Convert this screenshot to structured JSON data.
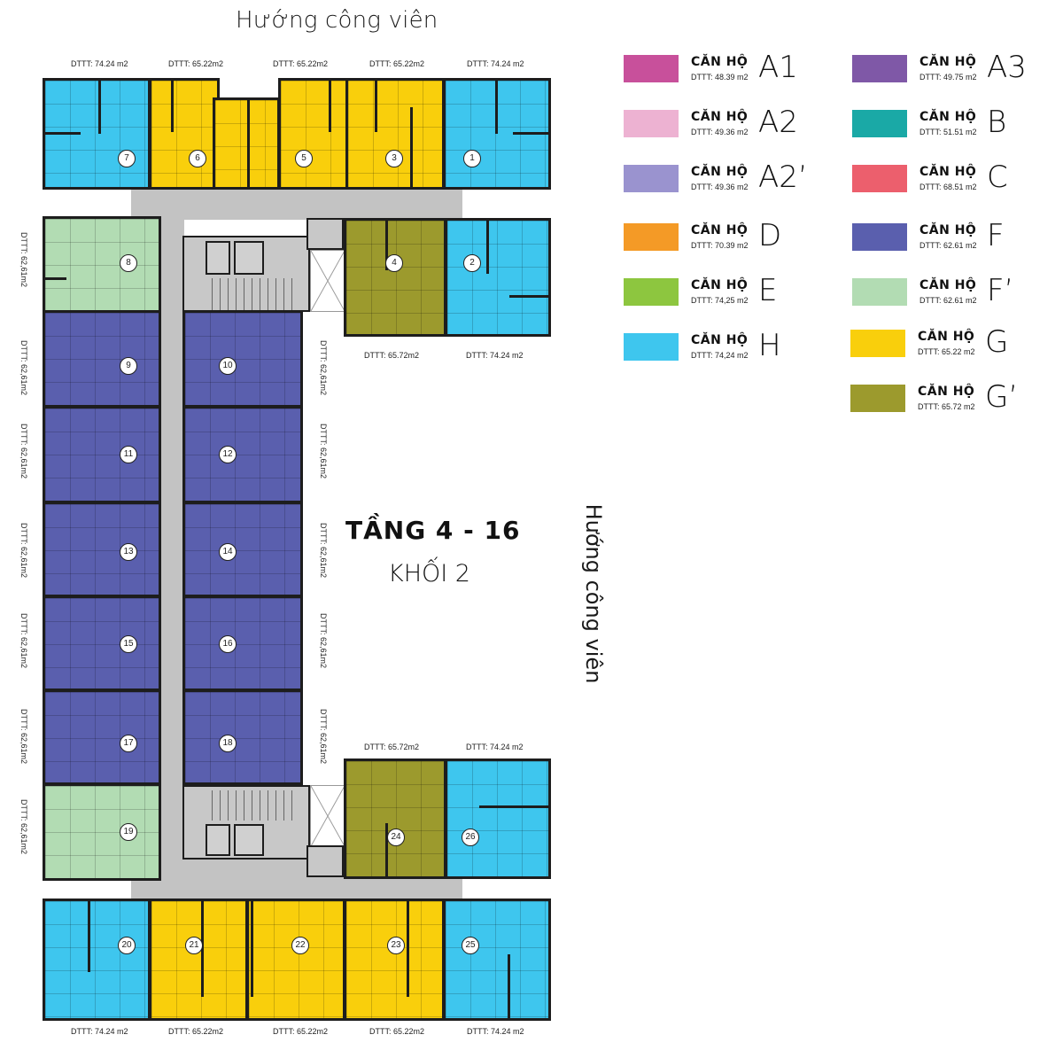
{
  "header": {
    "top_direction": "Hướng công viên",
    "side_direction": "Hướng công viên"
  },
  "plan": {
    "floor_title": "TẦNG 4 - 16",
    "block_title": "KHỐI 2"
  },
  "colors": {
    "H": "#3ec6ee",
    "G": "#f9cf0c",
    "G_prime": "#9c9a2d",
    "F": "#5a5fae",
    "F_prime": "#b2dcb3",
    "corridor": "#c3c3c3",
    "wall": "#1d1d1d"
  },
  "area_labels": {
    "top": [
      "DTTT: 74.24 m2",
      "DTTT: 65.22m2",
      "DTTT: 65.22m2",
      "DTTT: 65.22m2",
      "DTTT: 74.24 m2"
    ],
    "upper_right": [
      "DTTT: 65.72m2",
      "DTTT: 74.24 m2"
    ],
    "lower_right": [
      "DTTT: 65.72m2",
      "DTTT: 74.24 m2"
    ],
    "bottom": [
      "DTTT: 74.24 m2",
      "DTTT: 65.22m2",
      "DTTT: 65.22m2",
      "DTTT: 65.22m2",
      "DTTT: 74.24 m2"
    ],
    "left": [
      "DTTT: 62,61m2",
      "DTTT: 62,61m2",
      "DTTT: 62,61m2",
      "DTTT: 62,61m2",
      "DTTT: 62,61m2",
      "DTTT: 62,61m2",
      "DTTT: 62,61m2"
    ],
    "right": [
      "DTTT: 62,61m2",
      "DTTT: 62,61m2",
      "DTTT: 62,61m2",
      "DTTT: 62,61m2",
      "DTTT: 62,61m2"
    ]
  },
  "units": [
    {
      "no": "7",
      "type": "H"
    },
    {
      "no": "6",
      "type": "G"
    },
    {
      "no": "5",
      "type": "G"
    },
    {
      "no": "3",
      "type": "G"
    },
    {
      "no": "1",
      "type": "H"
    },
    {
      "no": "4",
      "type": "G'"
    },
    {
      "no": "2",
      "type": "H"
    },
    {
      "no": "8",
      "type": "F'"
    },
    {
      "no": "9",
      "type": "F"
    },
    {
      "no": "10",
      "type": "F"
    },
    {
      "no": "11",
      "type": "F"
    },
    {
      "no": "12",
      "type": "F"
    },
    {
      "no": "13",
      "type": "F"
    },
    {
      "no": "14",
      "type": "F"
    },
    {
      "no": "15",
      "type": "F"
    },
    {
      "no": "16",
      "type": "F"
    },
    {
      "no": "17",
      "type": "F"
    },
    {
      "no": "18",
      "type": "F"
    },
    {
      "no": "19",
      "type": "F'"
    },
    {
      "no": "24",
      "type": "G'"
    },
    {
      "no": "26",
      "type": "H"
    },
    {
      "no": "20",
      "type": "H"
    },
    {
      "no": "21",
      "type": "G"
    },
    {
      "no": "22",
      "type": "G"
    },
    {
      "no": "23",
      "type": "G"
    },
    {
      "no": "25",
      "type": "H"
    }
  ],
  "legend": {
    "left": [
      {
        "kind": "CĂN HỘ",
        "code": "A1",
        "area": "DTTT: 48.39 m2",
        "color": "#c8509b"
      },
      {
        "kind": "CĂN HỘ",
        "code": "A2",
        "area": "DTTT: 49.36 m2",
        "color": "#edb2d2"
      },
      {
        "kind": "CĂN HỘ",
        "code": "A2’",
        "area": "DTTT: 49.36 m2",
        "color": "#9a93cf"
      },
      {
        "kind": "CĂN HỘ",
        "code": "D",
        "area": "DTTT: 70.39 m2",
        "color": "#f49a26"
      },
      {
        "kind": "CĂN HỘ",
        "code": "E",
        "area": "DTTT: 74,25 m2",
        "color": "#8dc63f"
      },
      {
        "kind": "CĂN HỘ",
        "code": "H",
        "area": "DTTT: 74,24 m2",
        "color": "#3ec6ee"
      }
    ],
    "right": [
      {
        "kind": "CĂN HỘ",
        "code": "A3",
        "area": "DTTT: 49.75 m2",
        "color": "#7f58a7"
      },
      {
        "kind": "CĂN HỘ",
        "code": "B",
        "area": "DTTT: 51.51 m2",
        "color": "#1aa9a6"
      },
      {
        "kind": "CĂN HỘ",
        "code": "C",
        "area": "DTTT: 68.51 m2",
        "color": "#ec5f6d"
      },
      {
        "kind": "CĂN HỘ",
        "code": "F",
        "area": "DTTT: 62.61 m2",
        "color": "#5a5fae"
      },
      {
        "kind": "CĂN HỘ",
        "code": "F’",
        "area": "DTTT: 62.61 m2",
        "color": "#b2dcb3"
      },
      {
        "kind": "CĂN HỘ",
        "code": "G",
        "area": "DTTT: 65.22 m2",
        "color": "#f9cf0c"
      },
      {
        "kind": "CĂN HỘ",
        "code": "G’",
        "area": "DTTT: 65.72 m2",
        "color": "#9c9a2d"
      }
    ]
  }
}
